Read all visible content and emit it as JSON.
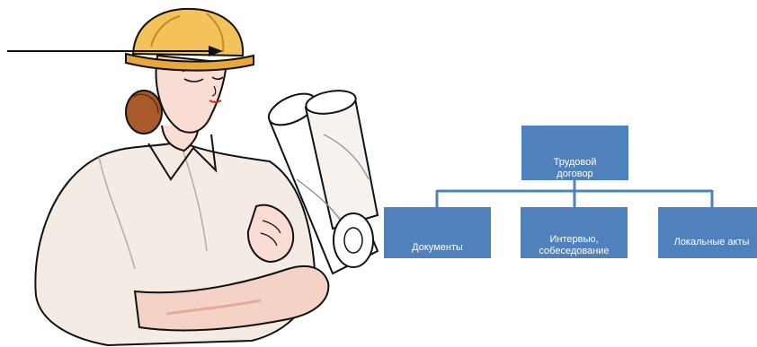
{
  "colors": {
    "box_fill": "#4f81bd",
    "connector": "#4f81bd",
    "box_text": "#ffffff",
    "helmet": "#f3c25b",
    "skin": "#f9dcd3",
    "hair": "#a85a2c",
    "blouse": "#f4ece4",
    "outline": "#111111"
  },
  "illustration": {
    "subject": "construction-worker-woman-with-blueprints",
    "arrow_direction": "right"
  },
  "diagram": {
    "root": {
      "label": "Трудовой\nдоговор"
    },
    "children": [
      {
        "label": "Документы"
      },
      {
        "label": "Интервью,\nсобеседование"
      },
      {
        "label": "Локальные акты"
      }
    ]
  }
}
